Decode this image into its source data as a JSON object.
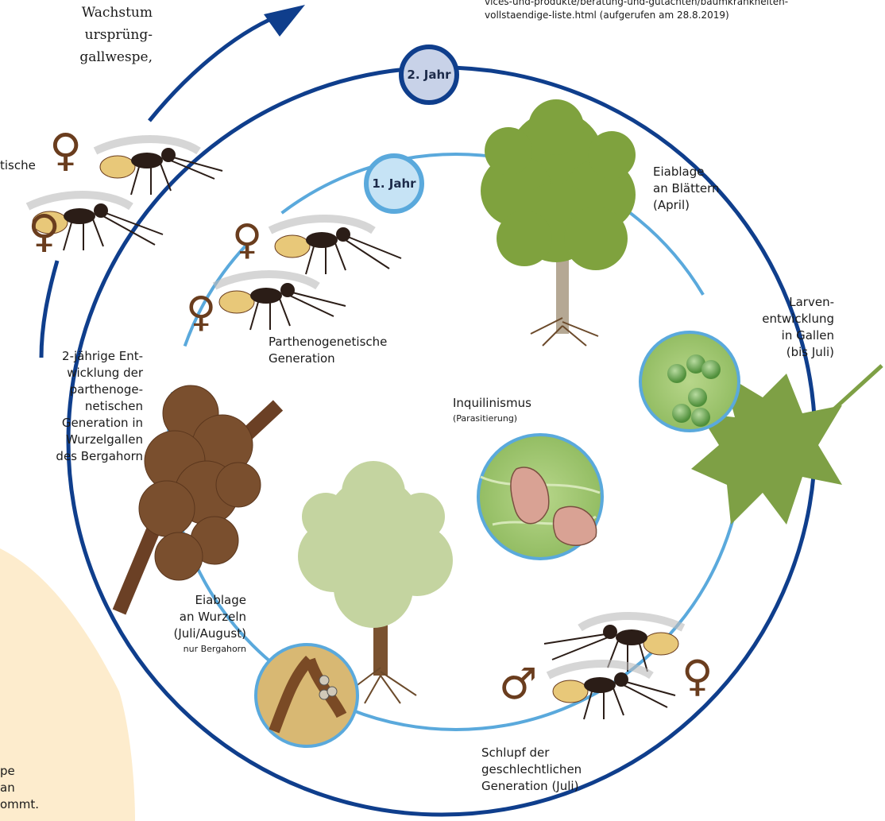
{
  "colors": {
    "outer_ring": "#0f3e8c",
    "inner_ring": "#5aa9dc",
    "badge_outer_fill": "#c8d2e8",
    "badge_inner_fill": "#c6e3f5",
    "tree_green": "#7fa23e",
    "tree_light": "#c4d4a0",
    "leaf_green": "#7ea045",
    "gall_brown": "#7a4f2e",
    "wasp_body": "#2b1d17",
    "wasp_abdomen": "#e8c879",
    "female_symbol": "#6a3d1e",
    "sidebar_bg": "#fdeccd"
  },
  "top_text": {
    "left_lines": "Wachstum\nursprüng-\ngallwespe,",
    "right_lines": "vices-und-produkte/beratung-und-gutachten/baumkrankheiten-\nvollstaendige-liste.html (aufgerufen am 28.8.2019)"
  },
  "badges": {
    "year2": "2. Jahr",
    "year1": "1. Jahr"
  },
  "labels": {
    "eiablage_blaettern": "Eiablage\nan Blättern\n(April)",
    "larven": "Larven-\nentwicklung\nin Gallen\n(bis Juli)",
    "inquilinismus_title": "Inquilinismus",
    "inquilinismus_sub": "(Parasitierung)",
    "parthenogenetische_gen": "Parthenogenetische\nGeneration",
    "zweijaehrige": "2-jährige Ent-\nwicklung der\nparthenoge-\nnetischen\nGeneration in\nWurzelgallen\ndes Bergahorn",
    "eiablage_wurzeln": "Eiablage\nan Wurzeln\n(Juli/August)",
    "nur_bergahorn": "nur Bergahorn",
    "schlupf": "Schlupf der\ngeschlechtlichen\nGeneration (Juli)",
    "tische_fragment": "tische",
    "sidebar_lines": "pe\nan\nommt."
  },
  "symbols": {
    "female": "♀",
    "male": "♂"
  },
  "icons": [
    "wasp-icon",
    "tree-icon",
    "leaf-icon",
    "root-gall-icon",
    "female-symbol-icon",
    "male-symbol-icon"
  ]
}
